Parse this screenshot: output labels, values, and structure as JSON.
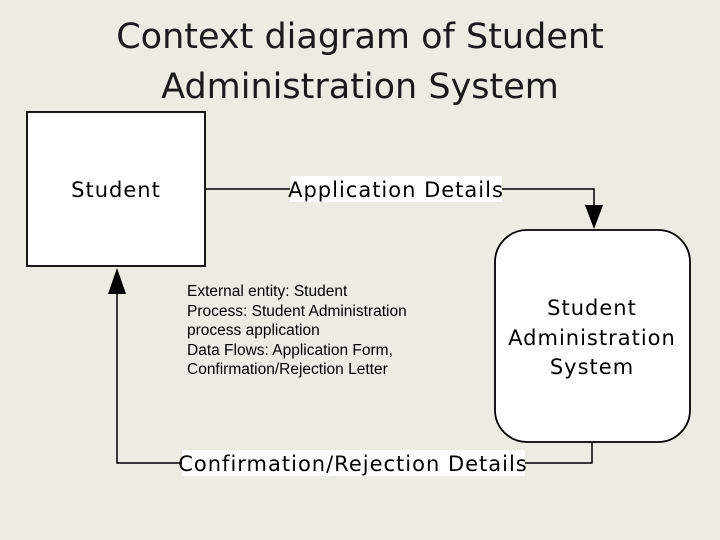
{
  "title": {
    "line1": "Context diagram of Student",
    "line2": "Administration System"
  },
  "diagram": {
    "entity_label": "Student",
    "process_label": [
      "Student",
      "Administration",
      "System"
    ],
    "flow_top_label": "Application Details",
    "flow_bottom_label": "Confirmation/Rejection Details"
  },
  "notes": [
    "External entity: Student",
    "Process: Student Administration",
    "process application",
    "Data Flows: Application Form,",
    "Confirmation/Rejection Letter"
  ]
}
